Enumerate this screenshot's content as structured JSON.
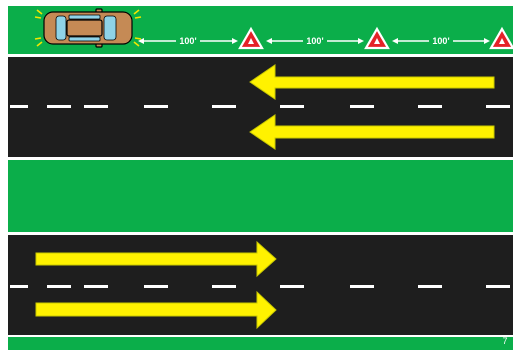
{
  "colors": {
    "grass": "#0bae4a",
    "asphalt": "#1e1e1e",
    "white": "#ffffff",
    "arrow_fill": "#fff200",
    "arrow_outline": "#c9c900",
    "triangle_red": "#e52228",
    "car_body": "#c58a55",
    "car_glass": "#8fd3e8",
    "car_outline": "#000000",
    "flasher": "#f2e600"
  },
  "diagram": {
    "distance_label": "100'",
    "triangle_count": 3,
    "eastbound_lanes": 2,
    "westbound_lanes": 2,
    "page_number": "7"
  },
  "icons": {
    "vehicle": "car-top-view-icon",
    "warning_device": "warning-triangle-icon",
    "traffic_direction": "traffic-arrow-icon"
  }
}
